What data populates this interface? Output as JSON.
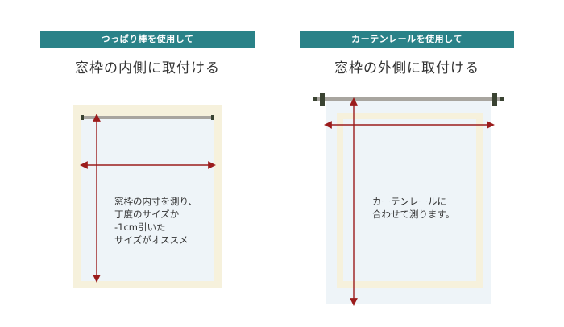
{
  "colors": {
    "teal": "#2a8288",
    "cream": "#f6f1dc",
    "pane": "#eef4f8",
    "rod": "#a8a59f",
    "arrow": "#9b1c1c",
    "rail_end": "#3a4332"
  },
  "left_panel": {
    "badge": "つっぱり棒を使用して",
    "heading": "窓枠の内側に取付ける",
    "note_lines": [
      "窓枠の内寸を測り、",
      "丁度のサイズか",
      "-1cm引いた",
      "サイズがオススメ"
    ]
  },
  "right_panel": {
    "badge": "カーテンレールを使用して",
    "heading": "窓枠の外側に取付ける",
    "note_lines": [
      "カーテンレールに",
      "合わせて測ります。"
    ]
  }
}
